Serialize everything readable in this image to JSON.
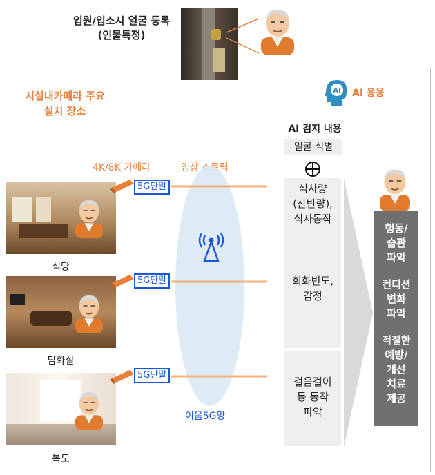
{
  "face_registration": {
    "line1": "입원/입소시 얼굴 등록",
    "line2": "(인물특정)"
  },
  "camera_locations": {
    "line1": "시설내카메라 주요",
    "line2": "설치 장소"
  },
  "camera_type": "4K/8K 카메라",
  "video_stream": "영상 스트림",
  "terminal_label": "5G단말",
  "local_5g": "이음5G망",
  "rooms": [
    "식당",
    "담화실",
    "복도"
  ],
  "ai_application": "AI 응용",
  "ai_detection": {
    "title": "AI 검지 내용",
    "face_id": "얼굴 식별",
    "items": [
      {
        "line1": "식사량",
        "line2": "(잔반량),",
        "line3": "식사동작"
      },
      {
        "line1": "회화빈도,",
        "line2": "감정"
      },
      {
        "line1": "걸음걸이",
        "line2": "등 동작",
        "line3": "파악"
      }
    ]
  },
  "results": {
    "behavior": [
      "행동/",
      "습관",
      "파악"
    ],
    "condition": [
      "컨디션",
      "변화",
      "파악"
    ],
    "care": [
      "적절한",
      "예방/",
      "개선",
      "치료",
      "제공"
    ]
  },
  "colors": {
    "accent_orange": "#e8803a",
    "accent_blue": "#1a56d6",
    "panel_dark": "#707070",
    "box_gray": "#efefef"
  }
}
